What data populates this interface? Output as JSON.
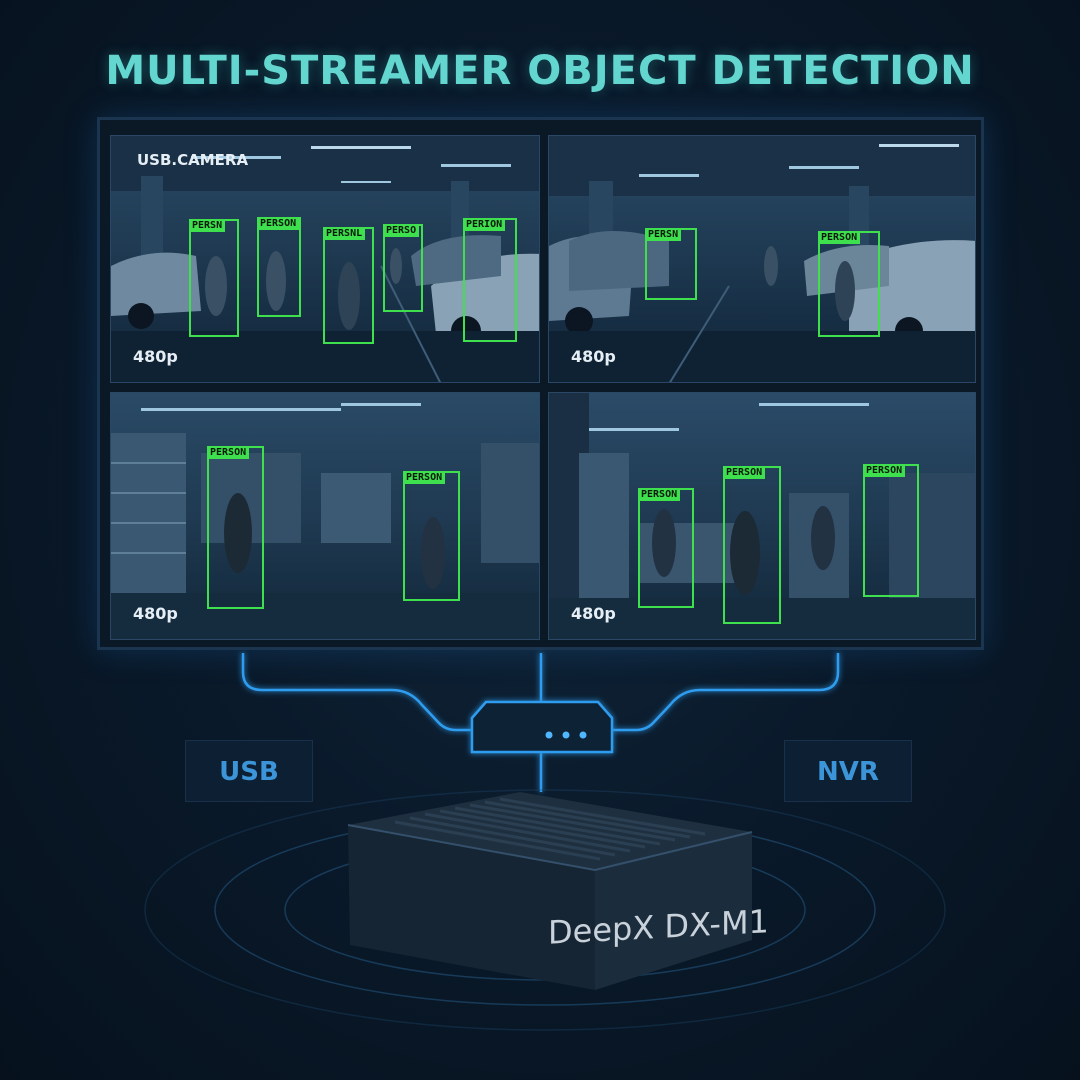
{
  "title": "MULTI-STREAMER OBJECT DETECTION",
  "colors": {
    "accent": "#63d6cf",
    "detection": "#3ee04d",
    "connector": "#2f9df0"
  },
  "panes": [
    {
      "label": "USB.CAMERA",
      "resolution": "480p",
      "detections": [
        "PERSN",
        "PERSON",
        "PERSNL",
        "PERSO",
        "PERION"
      ]
    },
    {
      "label": "",
      "resolution": "480p",
      "detections": [
        "PERSN",
        "PERSON"
      ]
    },
    {
      "label": "",
      "resolution": "480p",
      "detections": [
        "PERSON",
        "PERSON"
      ]
    },
    {
      "label": "",
      "resolution": "480p",
      "detections": [
        "PERSON",
        "PERSON",
        "PERSON"
      ]
    }
  ],
  "connections": {
    "left": "USB",
    "right": "NVR"
  },
  "device": {
    "name": "DeepX DX-M1"
  }
}
